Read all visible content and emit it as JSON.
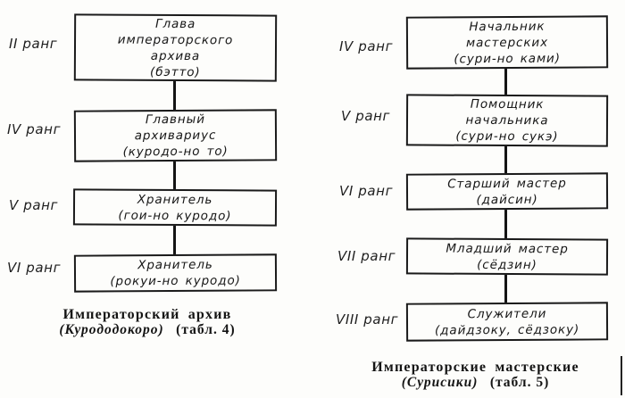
{
  "colors": {
    "background": "#fdfdfb",
    "ink": "#1a1a1a"
  },
  "archive_chart": {
    "nodes": [
      {
        "rank": "II ранг",
        "text": "Глава\nимператорского\nархива\n(бэтто)"
      },
      {
        "rank": "IV ранг",
        "text": "Главный\nархивариус\n(куродо-но то)"
      },
      {
        "rank": "V ранг",
        "text": "Хранитель\n(гои-но куродо)"
      },
      {
        "rank": "VI ранг",
        "text": "Хранитель\n(рокуи-но куродо)"
      }
    ],
    "caption_title": "Императорский архив",
    "caption_italic": "(Курододокоро)",
    "caption_ref": "(табл. 4)"
  },
  "workshops_chart": {
    "nodes": [
      {
        "rank": "IV ранг",
        "text": "Начальник\nмастерских\n(сури-но ками)"
      },
      {
        "rank": "V ранг",
        "text": "Помощник\nначальника\n(сури-но сукэ)"
      },
      {
        "rank": "VI ранг",
        "text": "Старший мастер\n(дайсин)"
      },
      {
        "rank": "VII ранг",
        "text": "Младший мастер\n(сёдзин)"
      },
      {
        "rank": "VIII ранг",
        "text": "Служители\n(дайдзоку, сёдзоку)"
      }
    ],
    "caption_title": "Императорские мастерские",
    "caption_italic": "(Сурисики)",
    "caption_ref": "(табл. 5)"
  }
}
